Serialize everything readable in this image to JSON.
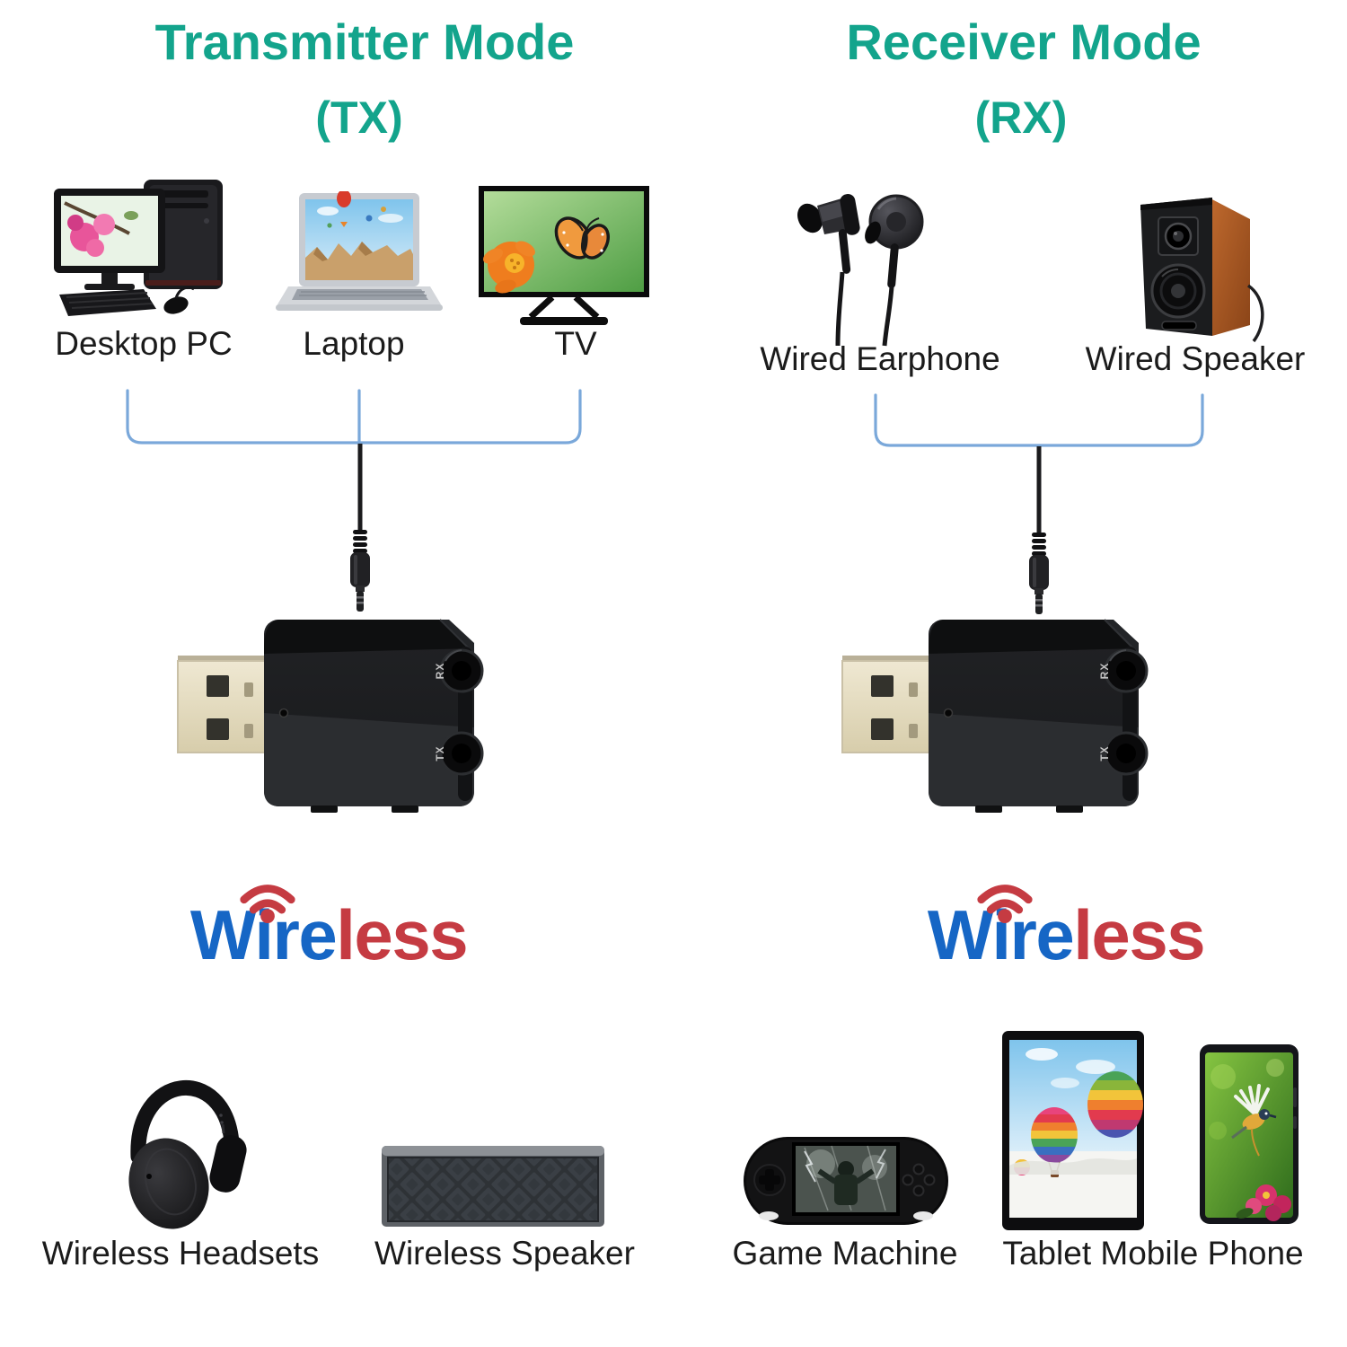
{
  "colors": {
    "title_teal": "#13a48c",
    "logo_blue": "#1666c5",
    "logo_red": "#c53b42",
    "bracket_blue": "#7aa8da",
    "label_black": "#1b1b1b"
  },
  "adapter": {
    "jack_top_label": "RX",
    "jack_bottom_label": "TX"
  },
  "left": {
    "title": "Transmitter Mode",
    "subtitle": "(TX)",
    "sources": [
      {
        "label": "Desktop PC",
        "icon": "desktop-pc-icon"
      },
      {
        "label": "Laptop",
        "icon": "laptop-icon"
      },
      {
        "label": "TV",
        "icon": "tv-icon"
      }
    ],
    "logo": {
      "blue_text": "Wire",
      "red_text": "less"
    },
    "targets": [
      {
        "label": "Wireless Headsets",
        "icon": "wireless-headphones-icon"
      },
      {
        "label": "Wireless Speaker",
        "icon": "wireless-speaker-icon"
      }
    ]
  },
  "right": {
    "title": "Receiver Mode",
    "subtitle": "(RX)",
    "sources": [
      {
        "label": "Wired Earphone",
        "icon": "earbuds-icon"
      },
      {
        "label": "Wired Speaker",
        "icon": "wired-speaker-icon"
      }
    ],
    "logo": {
      "blue_text": "Wire",
      "red_text": "less"
    },
    "targets": [
      {
        "label": "Game Machine",
        "icon": "game-machine-icon"
      },
      {
        "label": "Tablet Mobile Phone",
        "icon": "tablet-phone-icon"
      }
    ]
  }
}
